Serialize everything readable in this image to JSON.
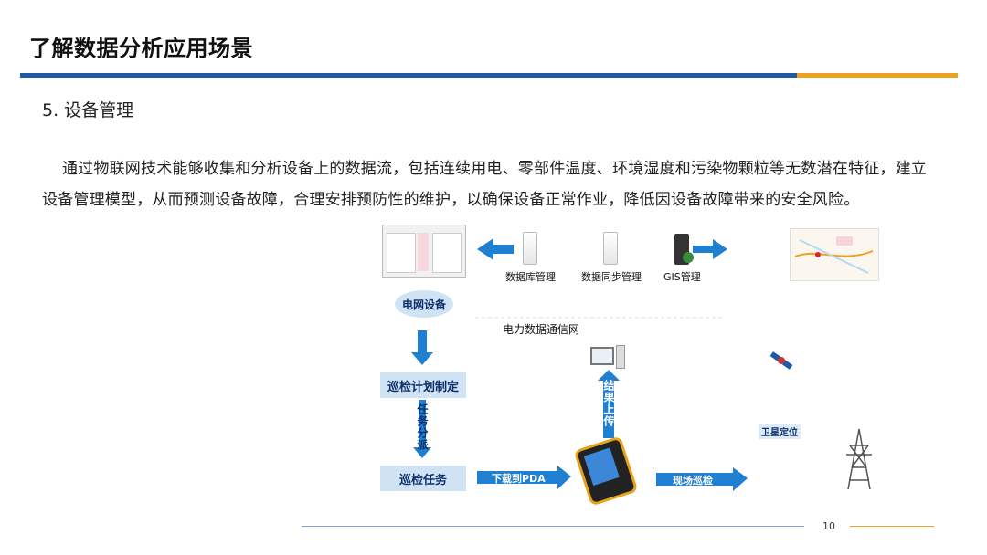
{
  "header": {
    "title": "了解数据分析应用场景"
  },
  "section": {
    "heading": "5. 设备管理"
  },
  "body": {
    "paragraph": "通过物联网技术能够收集和分析设备上的数据流，包括连续用电、零部件温度、环境湿度和污染物颗粒等无数潜在特征，建立设备管理模型，从而预测设备故障，合理安排预防性的维护，以确保设备正常作业，降低因设备故障带来的安全风险。"
  },
  "diagram": {
    "grid_device": "电网设备",
    "db_mgmt": "数据库管理",
    "db_sync": "数据同步管理",
    "gis_mgmt": "GIS管理",
    "network": "电力数据通信网",
    "plan": "巡检计划制定",
    "assign": "任务分派",
    "task": "巡检任务",
    "download": "下载到PDA",
    "upload": "结果上传",
    "onsite": "现场巡检",
    "satellite": "卫星定位"
  },
  "footer": {
    "page_number": "10"
  }
}
